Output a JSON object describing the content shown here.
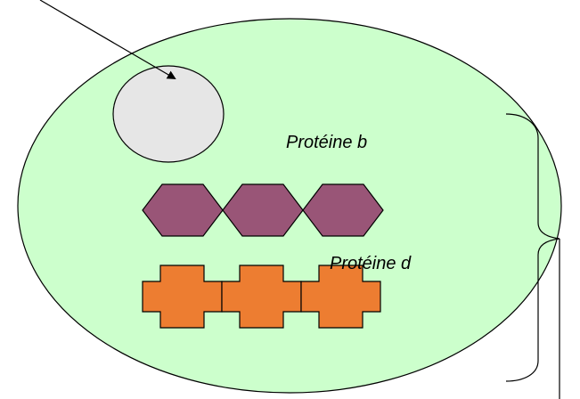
{
  "labels": {
    "protein_b": "Protéine b",
    "protein_d": "Protéine d"
  },
  "colors": {
    "cell_fill": "#ccffcc",
    "nucleus_fill": "#e6e6e6",
    "hexagon_fill": "#995577",
    "cross_fill": "#ed7d31",
    "stroke": "#000000"
  },
  "counts": {
    "hexagons": 3,
    "crosses": 3
  }
}
